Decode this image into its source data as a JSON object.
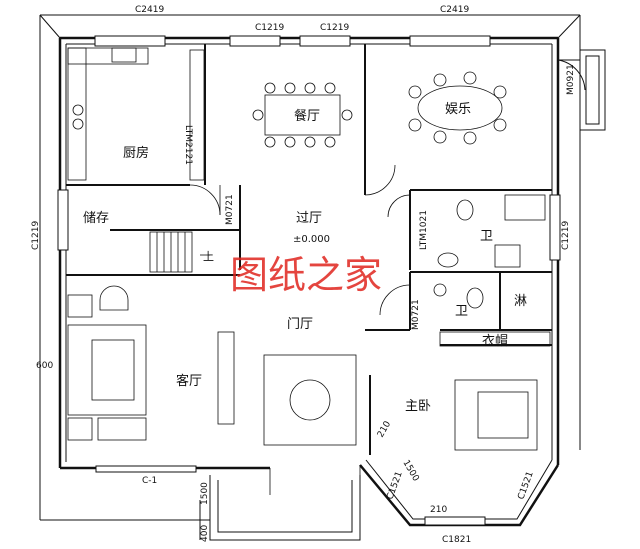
{
  "rooms": {
    "kitchen": "厨房",
    "dining": "餐厅",
    "entertainment": "娱乐",
    "storage": "储存",
    "corridor": "过厅",
    "bath_upper": "卫",
    "bath_lower": "卫",
    "shower": "淋",
    "wardrobe": "衣帽",
    "foyer": "门厅",
    "living": "客厅",
    "master_bedroom": "主卧"
  },
  "level": "±0.000",
  "stair_label": "上",
  "watermark": "图纸之家",
  "dimensions": {
    "top_left": "C2419",
    "top_mid_1": "C1219",
    "top_mid_2": "C1219",
    "top_right": "C2419",
    "left_side": "C1219",
    "right_side": "C1219",
    "left_600": "600",
    "bottom_c1": "C-1",
    "bottom_1500": "1500",
    "bottom_400": "400",
    "bottom_bay": "C1821",
    "bay_left": "C1521",
    "bay_right": "C1521",
    "bay_1500": "1500",
    "bay_210_a": "210",
    "bay_210_b": "210",
    "door_m0921": "M0921",
    "door_m0721_a": "M0721",
    "door_m0721_b": "M0721",
    "ltm_2121": "LTM2121",
    "ltm_1021": "LTM1021"
  }
}
